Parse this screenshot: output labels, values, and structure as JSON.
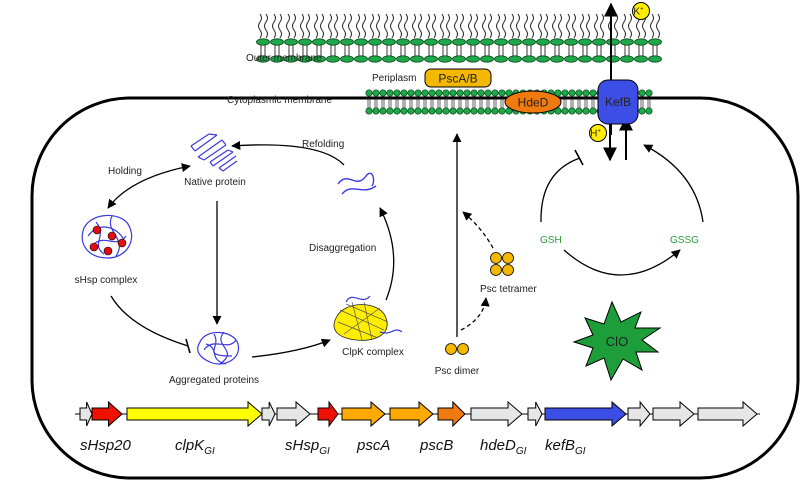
{
  "membranes": {
    "outer": "Outer membrane",
    "periplasm": "Periplasm",
    "cytoplasmic": "Cytoplasmic membrane"
  },
  "proteins": {
    "psc_ab": "PscA/B",
    "hded": "HdeD",
    "kefb": "KefB",
    "k_ion": "K",
    "k_sup": "+",
    "h_ion": "H",
    "h_sup": "+"
  },
  "cycle": {
    "holding": "Holding",
    "native": "Native protein",
    "refolding": "Refolding",
    "shsp_complex": "sHsp complex",
    "disaggregation": "Disaggregation",
    "aggregated": "Aggregated  proteins",
    "clpk_complex": "ClpK complex"
  },
  "psc": {
    "tetramer": "Psc tetramer",
    "dimer": "Psc dimer"
  },
  "redox": {
    "gsh": "GSH",
    "gssg": "GSSG",
    "clo": "ClO"
  },
  "genes": [
    {
      "name": "sHsp20",
      "sub": ""
    },
    {
      "name": "clpK",
      "sub": "GI"
    },
    {
      "name": "sHsp",
      "sub": "GI"
    },
    {
      "name": "pscA",
      "sub": ""
    },
    {
      "name": "pscB",
      "sub": ""
    },
    {
      "name": "hdeD",
      "sub": "GI"
    },
    {
      "name": "kefB",
      "sub": "GI"
    }
  ],
  "colors": {
    "lipid_head": "#1ea84a",
    "cell_border": "#000000",
    "psc_ab": "#f5b800",
    "hded": "#f07a10",
    "kefb": "#3d4ee6",
    "ion": "#ffee00",
    "protein_line": "#3a3ae0",
    "clpk": "#ffee00",
    "clo_burst": "#1e9e3a",
    "gene_red": "#ee1100",
    "gene_yellow": "#ffff00",
    "gene_orange": "#ffaa00",
    "gene_dark_orange": "#f07a10",
    "gene_blue": "#3d4ee6",
    "gene_grey": "#e6e6e6"
  }
}
